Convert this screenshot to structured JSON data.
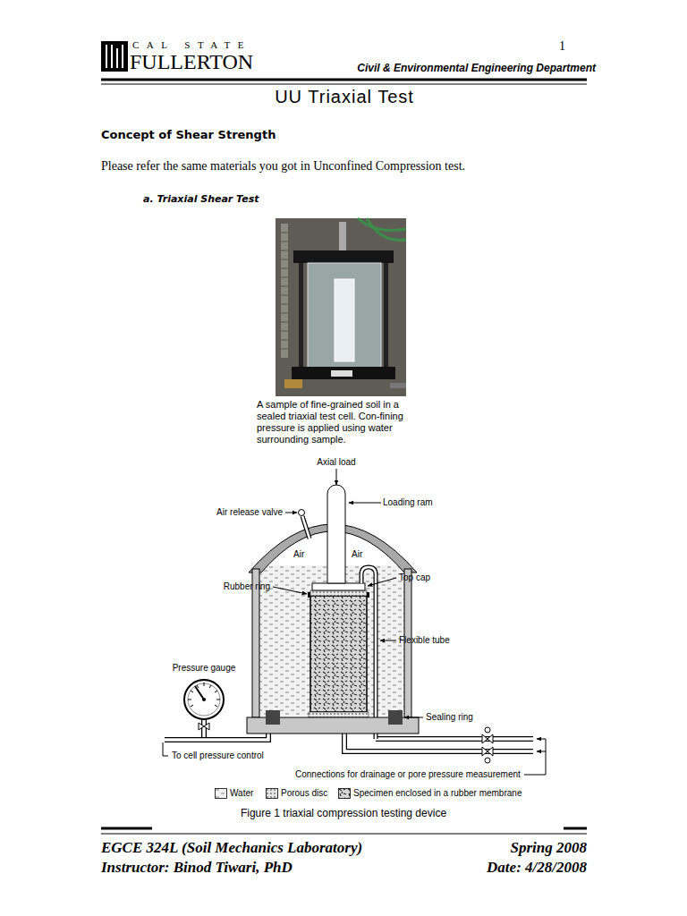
{
  "diagram": {
    "title": "UU Triaxial Test",
    "caption": "Figure 1 triaxial compression testing device",
    "labels": [
      "CAL STATE",
      "FULLERTON",
      "1",
      "Civil & Environmental Engineering Department",
      "Concept of Shear Strength",
      "Please refer the same materials you got in Unconfined Compression test.",
      "a. Triaxial Shear Test",
      "A sample of fine-grained soil in a sealed triaxial test cell. Con-fining pressure is applied using water surrounding sample.",
      "Axial load",
      "Air release valve",
      "Loading ram",
      "Air",
      "Air",
      "Rubber ring",
      "Top cap",
      "Flexible tube",
      "Pressure gauge",
      "Sealing ring",
      "To cell pressure control",
      "Connections for drainage or pore pressure measurement",
      "EGCE 324L (Soil Mechanics Laboratory)",
      "Spring 2008",
      "Instructor: Binod Tiwari, PhD",
      "Date: 4/28/2008"
    ],
    "legend": [
      {
        "text": "Water"
      },
      {
        "text": "Porous disc"
      },
      {
        "text": "Specimen enclosed in a rubber membrane"
      }
    ]
  }
}
